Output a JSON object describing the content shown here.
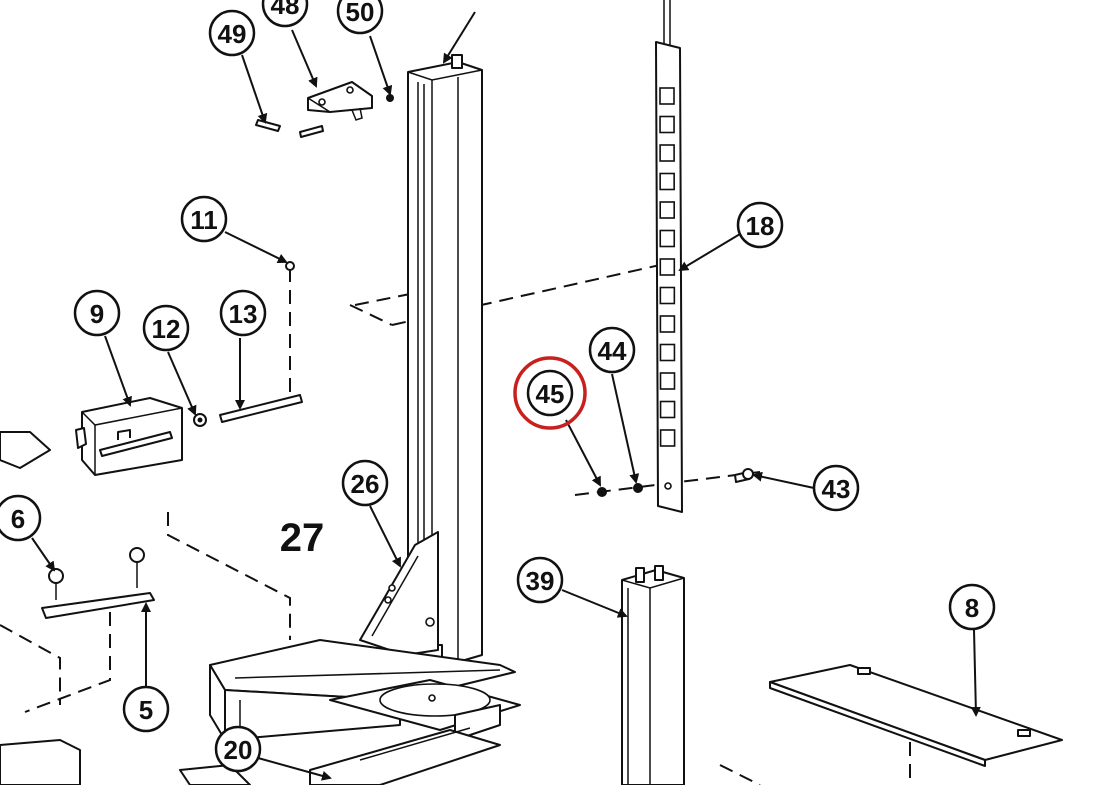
{
  "diagram": {
    "callouts": [
      {
        "id": "49",
        "label": "49"
      },
      {
        "id": "48",
        "label": "48"
      },
      {
        "id": "50",
        "label": "50"
      },
      {
        "id": "11",
        "label": "11"
      },
      {
        "id": "9",
        "label": "9"
      },
      {
        "id": "12",
        "label": "12"
      },
      {
        "id": "13",
        "label": "13"
      },
      {
        "id": "18",
        "label": "18"
      },
      {
        "id": "44",
        "label": "44"
      },
      {
        "id": "45",
        "label": "45",
        "highlighted": true
      },
      {
        "id": "43",
        "label": "43"
      },
      {
        "id": "26",
        "label": "26"
      },
      {
        "id": "6",
        "label": "6"
      },
      {
        "id": "5",
        "label": "5"
      },
      {
        "id": "39",
        "label": "39"
      },
      {
        "id": "8",
        "label": "8"
      },
      {
        "id": "20",
        "label": "20"
      }
    ],
    "assembly_label": "27",
    "highlight_color": "#c8201e",
    "line_color": "#111111"
  }
}
